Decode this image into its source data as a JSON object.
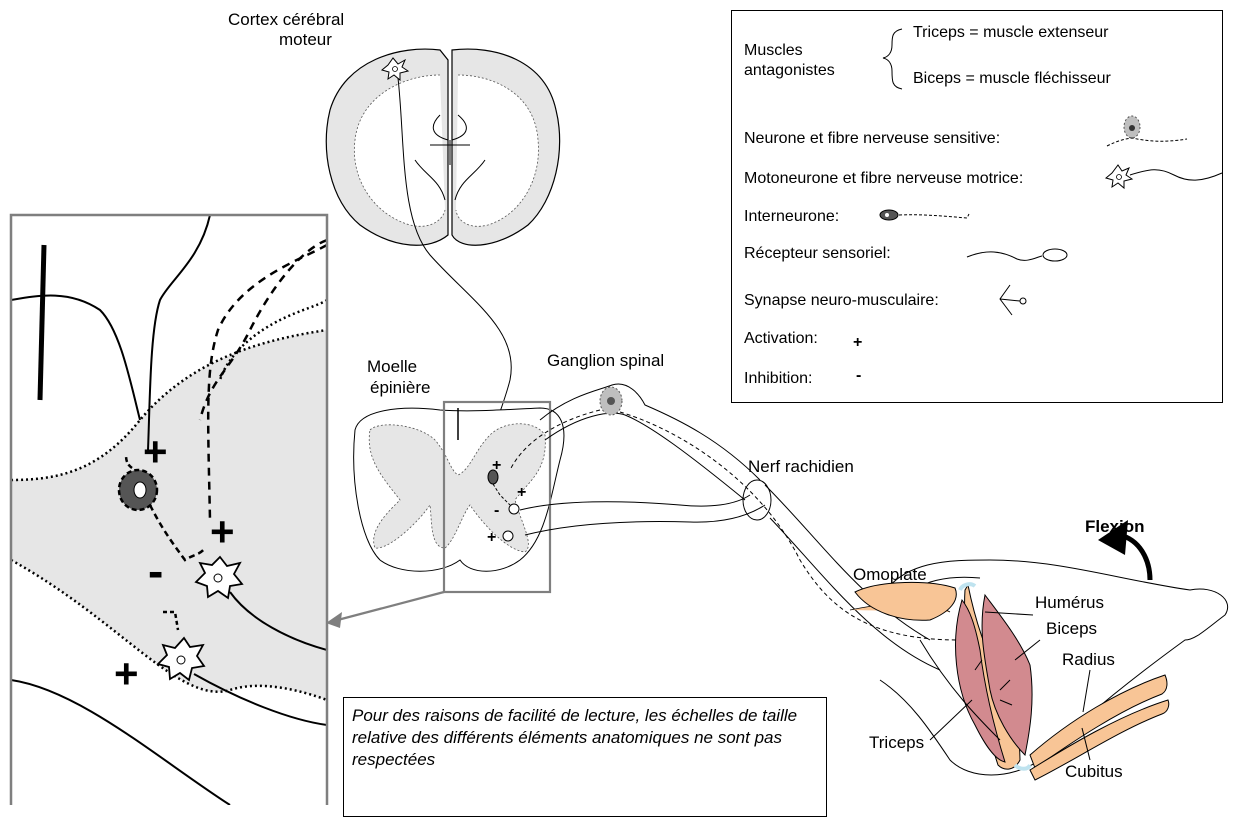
{
  "labels": {
    "cortex": "Cortex cérébral",
    "cortex2": "moteur",
    "moelle": "Moelle",
    "moelle2": "épinière",
    "ganglion": "Ganglion spinal",
    "nerf": "Nerf  rachidien",
    "flexion": "Flexion",
    "omoplate": "Omoplate",
    "humerus": "Humérus",
    "biceps": "Biceps",
    "radius": "Radius",
    "triceps": "Triceps",
    "cubitus": "Cubitus"
  },
  "legend": {
    "muscles": "Muscles",
    "antagonistes": "antagonistes",
    "triceps_def": "Triceps = muscle extenseur",
    "biceps_def": "Biceps = muscle fléchisseur",
    "sensitive": "Neurone et fibre nerveuse sensitive:",
    "motrice": "Motoneurone et fibre nerveuse motrice:",
    "interneurone": "Interneurone:",
    "recepteur": "Récepteur sensoriel:",
    "synapse": "Synapse neuro-musculaire:",
    "activation": "Activation:",
    "activation_sym": "+",
    "inhibition": "Inhibition:",
    "inhibition_sym": "-"
  },
  "signs": {
    "plus": "+",
    "minus": "-"
  },
  "note": "Pour des raisons de facilité de lecture, les échelles de taille relative des différents éléments anatomiques ne sont pas respectées",
  "colors": {
    "gray_matter": "#e6e6e6",
    "bone": "#f8c596",
    "muscle": "#d28a8f",
    "cartilage": "#bfe3ef",
    "frame": "#7f7f7f"
  }
}
